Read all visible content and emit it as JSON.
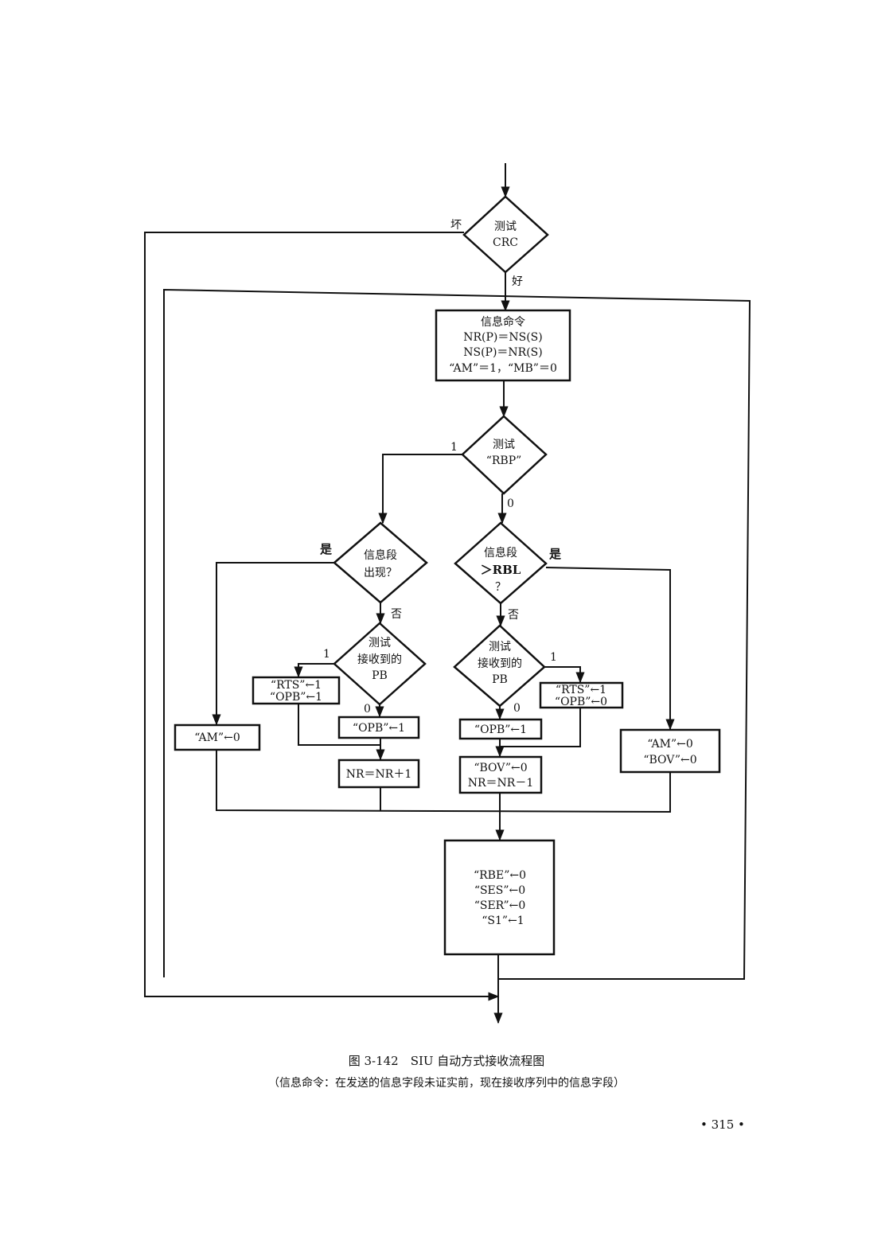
{
  "diagram": {
    "crc_test": [
      "测试",
      "CRC"
    ],
    "crc_bad": "坏",
    "crc_good": "好",
    "info_cmd": [
      "信息命令",
      "NR(P)＝NS(S)",
      "NS(P)＝NR(S)",
      "“AM”＝1，“MB”＝0"
    ],
    "rbp_test": [
      "测试",
      "“RBP”"
    ],
    "rbp_one": "1",
    "rbp_zero": "0",
    "info_present": [
      "信息段",
      "出现？"
    ],
    "info_present_yes": "是",
    "info_present_no": "否",
    "info_gt_rbl": [
      "信息段",
      "＞RBL",
      "？"
    ],
    "info_gt_rbl_yes": "是",
    "info_gt_rbl_no": "否",
    "pb_test_left": [
      "测试",
      "接收到的",
      "PB"
    ],
    "pb_left_one": "1",
    "pb_left_zero": "0",
    "pb_test_right": [
      "测试",
      "接收到的",
      "PB"
    ],
    "pb_right_one": "1",
    "pb_right_zero": "0",
    "rts_opb_left": [
      "“RTS”←1",
      "“OPB”←1"
    ],
    "opb_left": "“OPB”←1",
    "nr_inc": "NR＝NR＋1",
    "am_zero": "“AM”←0",
    "opb_right": "“OPB”←1",
    "rts_opb_right": [
      "“RTS”←1",
      "“OPB”←0"
    ],
    "bov_nr": [
      "“BOV”←0",
      "NR＝NR－1"
    ],
    "am_bov": [
      "“AM”←0",
      "“BOV”←0"
    ],
    "final_box": [
      "“RBE”←0",
      "“SES”←0",
      "“SER”←0",
      "“S1”←1"
    ]
  },
  "caption": {
    "title": "图 3-142　SIU 自动方式接收流程图",
    "note": "（信息命令：在发送的信息字段未证实前，现在接收序列中的信息字段）"
  },
  "page_number": "• 315 •"
}
